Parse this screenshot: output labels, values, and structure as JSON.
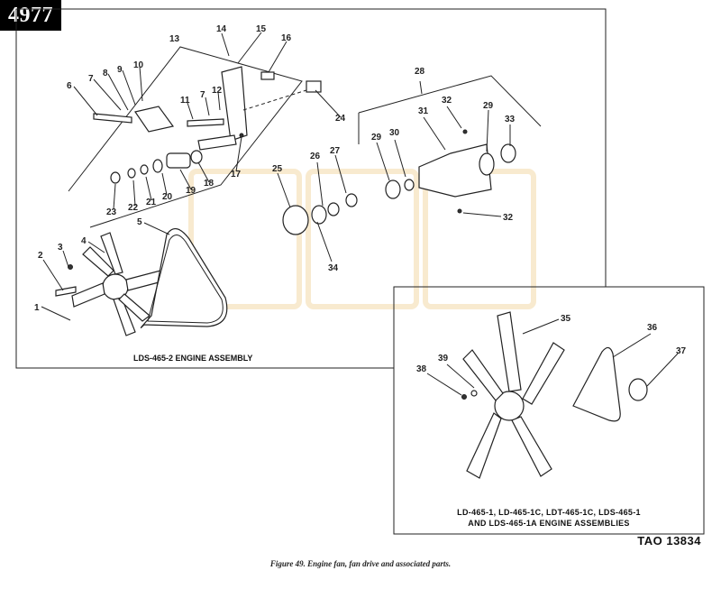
{
  "page_number": "4977",
  "main_panel": {
    "caption": "LDS-465-2 ENGINE ASSEMBLY",
    "callouts": [
      "1",
      "2",
      "3",
      "4",
      "5",
      "6",
      "7",
      "8",
      "9",
      "10",
      "11",
      "7",
      "12",
      "13",
      "14",
      "15",
      "16",
      "17",
      "18",
      "19",
      "20",
      "21",
      "22",
      "23",
      "24",
      "25",
      "26",
      "27",
      "28",
      "29",
      "30",
      "31",
      "32",
      "29",
      "33",
      "32",
      "34"
    ]
  },
  "inset_panel": {
    "caption_line1": "LD-465-1, LD-465-1C, LDT-465-1C, LDS-465-1",
    "caption_line2": "AND LDS-465-1A ENGINE ASSEMBLIES",
    "callouts": [
      "35",
      "36",
      "37",
      "38",
      "39"
    ]
  },
  "doc_ref": "TAO 13834",
  "figure_caption": "Figure 49. Engine fan, fan drive and associated parts."
}
